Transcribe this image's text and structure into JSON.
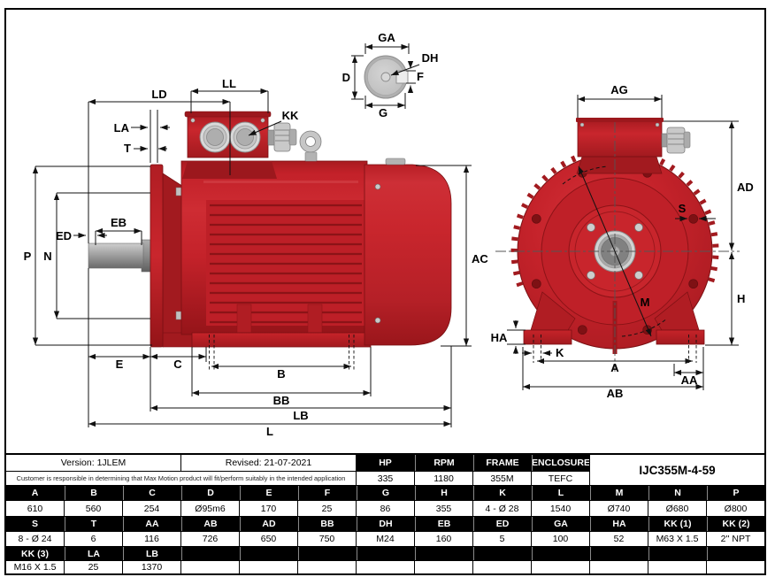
{
  "title_block": {
    "version": "Version: 1JLEM",
    "revised": "Revised: 21-07-2021",
    "disclaimer": "Customer is responsible in determining that Max Motion product will fit/perform suitably in the intended application",
    "part_number": "IJC355M-4-59",
    "spec_headers": [
      "HP",
      "RPM",
      "FRAME",
      "ENCLOSURE"
    ],
    "spec_values": [
      "335",
      "1180",
      "355M",
      "TEFC"
    ],
    "dim_rows": {
      "r1h": [
        "A",
        "B",
        "C",
        "D",
        "E",
        "F",
        "G",
        "H",
        "K",
        "L",
        "M",
        "N",
        "P"
      ],
      "r1v": [
        "610",
        "560",
        "254",
        "Ø95m6",
        "170",
        "25",
        "86",
        "355",
        "4 - Ø 28",
        "1540",
        "Ø740",
        "Ø680",
        "Ø800"
      ],
      "r2h": [
        "S",
        "T",
        "AA",
        "AB",
        "AD",
        "BB",
        "DH",
        "EB",
        "ED",
        "GA",
        "HA",
        "KK (1)",
        "KK (2)"
      ],
      "r2v": [
        "8 - Ø 24",
        "6",
        "116",
        "726",
        "650",
        "750",
        "M24",
        "160",
        "5",
        "100",
        "52",
        "M63 X 1.5",
        "2'' NPT"
      ],
      "r3h": [
        "KK (3)",
        "LA",
        "LB"
      ],
      "r3v": [
        "M16 X 1.5",
        "25",
        "1370"
      ]
    }
  },
  "drawing": {
    "colors": {
      "motor_red": "#c4222a",
      "motor_red_dark": "#9c181d",
      "outline_red": "#7a1013",
      "metal_gray": "#c9c9c9",
      "dim_line": "#111111"
    },
    "side": {
      "LD": "LD",
      "LL": "LL",
      "KK": "KK",
      "LA": "LA",
      "T": "T",
      "P": "P",
      "N": "N",
      "ED": "ED",
      "EB": "EB",
      "E": "E",
      "C": "C",
      "B": "B",
      "BB": "BB",
      "LB": "LB",
      "L": "L",
      "AC": "AC"
    },
    "shaft_end": {
      "GA": "GA",
      "D": "D",
      "DH": "DH",
      "F": "F",
      "G": "G"
    },
    "front": {
      "AG": "AG",
      "AD": "AD",
      "S": "S",
      "M": "M",
      "H": "H",
      "HA": "HA",
      "K": "K",
      "A": "A",
      "AA": "AA",
      "AB": "AB"
    }
  }
}
